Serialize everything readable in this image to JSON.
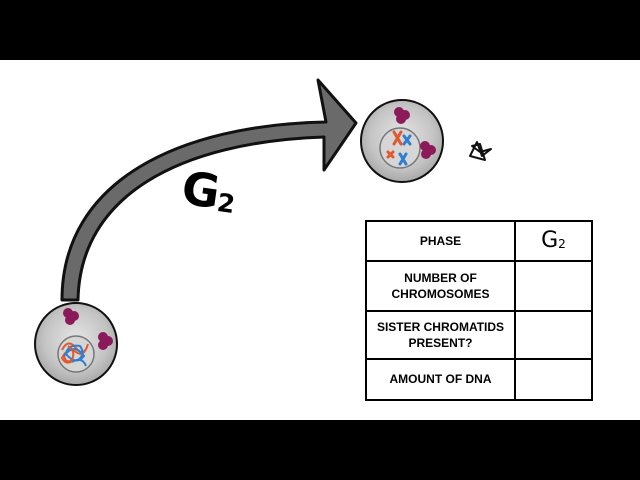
{
  "diagram": {
    "phase_label": "G",
    "phase_label_subscript": "2",
    "cells": [
      {
        "name": "cell-before",
        "stage": "interphase-tangled-chromatin"
      },
      {
        "name": "cell-after",
        "stage": "g2-condensed-chromosomes"
      }
    ],
    "icons": [
      "curved-arrow-icon",
      "star-icon"
    ],
    "colors": {
      "chromosome_red": "#e05a2b",
      "chromosome_blue": "#2d7fd1",
      "centrosome_purple": "#8a1a5a",
      "cell_gray": "#c8c8c8"
    }
  },
  "table": {
    "rows": [
      {
        "label": "PHASE",
        "value": "G",
        "value_subscript": "2"
      },
      {
        "label": "NUMBER OF\nCHROMOSOMES",
        "value": ""
      },
      {
        "label": "SISTER CHROMATIDS\nPRESENT?",
        "value": ""
      },
      {
        "label": "AMOUNT OF DNA",
        "value": ""
      }
    ]
  }
}
